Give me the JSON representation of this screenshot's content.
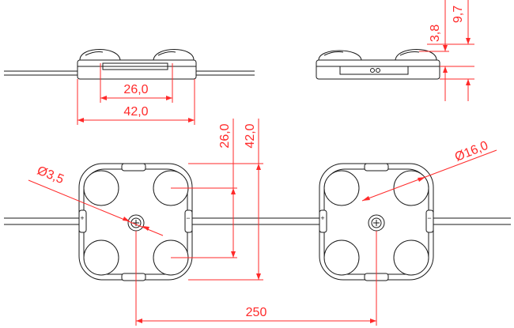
{
  "colors": {
    "dimension": "#ff2a2a",
    "outline": "#1a1a1a",
    "background": "#ffffff"
  },
  "dimensions": {
    "top_lens_spacing": "26,0",
    "top_body_width": "42,0",
    "side_small_height": "3,8",
    "side_total_height": "9,7",
    "front_lens_spacing": "26,0",
    "front_body_height": "42,0",
    "center_hole_diameter": "Ø3,5",
    "lens_diameter": "Ø16,0",
    "module_pitch": "250"
  },
  "wire_markings": {
    "positive": "+",
    "negative": "−"
  }
}
